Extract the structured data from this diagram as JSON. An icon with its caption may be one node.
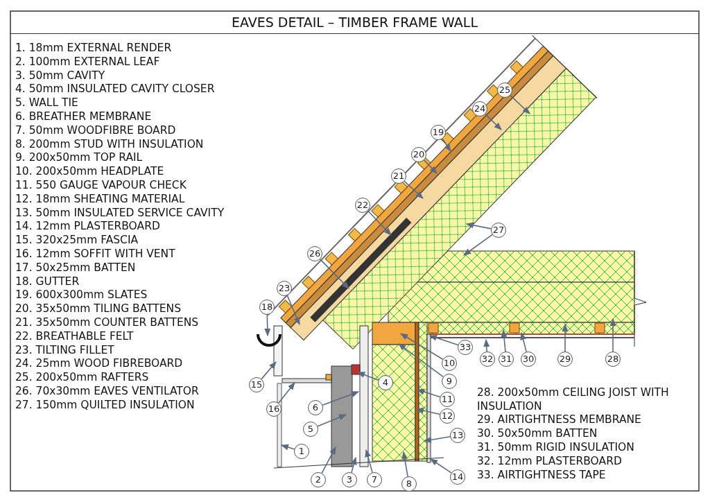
{
  "diagram": {
    "title": "EAVES DETAIL – TIMBER FRAME WALL",
    "nodes": [
      {
        "text": [
          "1"
        ]
      },
      {
        "text": [
          "2"
        ]
      },
      {
        "text": [
          "3"
        ]
      },
      {
        "text": [
          "4"
        ]
      },
      {
        "text": [
          "5"
        ]
      },
      {
        "text": [
          "6"
        ]
      },
      {
        "text": [
          "7"
        ]
      },
      {
        "text": [
          "8"
        ]
      },
      {
        "text": [
          "9"
        ]
      },
      {
        "text": [
          "10"
        ]
      },
      {
        "text": [
          "11"
        ]
      },
      {
        "text": [
          "12"
        ]
      },
      {
        "text": [
          "13"
        ]
      },
      {
        "text": [
          "14"
        ]
      },
      {
        "text": [
          "15"
        ]
      },
      {
        "text": [
          "16"
        ]
      },
      {
        "text": [
          "18"
        ]
      },
      {
        "text": [
          "19"
        ]
      },
      {
        "text": [
          "20"
        ]
      },
      {
        "text": [
          "21"
        ]
      },
      {
        "text": [
          "22"
        ]
      },
      {
        "text": [
          "23"
        ]
      },
      {
        "text": [
          "24"
        ]
      },
      {
        "text": [
          "25"
        ]
      },
      {
        "text": [
          "26"
        ]
      },
      {
        "text": [
          "27"
        ]
      },
      {
        "text": [
          "28"
        ]
      },
      {
        "text": [
          "29"
        ]
      },
      {
        "text": [
          "30"
        ]
      },
      {
        "text": [
          "31"
        ]
      },
      {
        "text": [
          "32"
        ]
      },
      {
        "text": [
          "33"
        ]
      }
    ],
    "edges": [
      {
        "from": 0,
        "to": null,
        "arrow": "to"
      },
      {
        "from": 1,
        "to": null,
        "arrow": "to"
      },
      {
        "from": 2,
        "to": null,
        "arrow": "to"
      },
      {
        "from": 3,
        "to": null,
        "arrow": "to"
      },
      {
        "from": 4,
        "to": null,
        "arrow": "to"
      },
      {
        "from": 5,
        "to": null,
        "arrow": "to"
      },
      {
        "from": 6,
        "to": null,
        "arrow": "to"
      },
      {
        "from": 7,
        "to": null,
        "arrow": "to"
      },
      {
        "from": 8,
        "to": null,
        "arrow": "to"
      },
      {
        "from": 9,
        "to": null,
        "arrow": "to"
      },
      {
        "from": 10,
        "to": null,
        "arrow": "to"
      },
      {
        "from": 11,
        "to": null,
        "arrow": "to"
      },
      {
        "from": 12,
        "to": null,
        "arrow": "to"
      },
      {
        "from": 13,
        "to": null,
        "arrow": "to"
      },
      {
        "from": 14,
        "to": null,
        "arrow": "to"
      },
      {
        "from": 15,
        "to": null,
        "arrow": "to"
      },
      {
        "from": 16,
        "to": null,
        "arrow": "to"
      },
      {
        "from": 17,
        "to": null,
        "arrow": "to"
      },
      {
        "from": 18,
        "to": null,
        "arrow": "to"
      },
      {
        "from": 19,
        "to": null,
        "arrow": "to"
      },
      {
        "from": 20,
        "to": null,
        "arrow": "to"
      },
      {
        "from": 21,
        "to": null,
        "arrow": "to"
      },
      {
        "from": 22,
        "to": null,
        "arrow": "to"
      },
      {
        "from": 23,
        "to": null,
        "arrow": "to"
      },
      {
        "from": 24,
        "to": null,
        "arrow": "to"
      },
      {
        "from": 25,
        "to": null,
        "arrow": "to"
      },
      {
        "from": 25,
        "to": null,
        "arrow": "to"
      },
      {
        "from": 26,
        "to": null,
        "arrow": "to"
      },
      {
        "from": 27,
        "to": null,
        "arrow": "to"
      },
      {
        "from": 28,
        "to": null,
        "arrow": "to"
      },
      {
        "from": 29,
        "to": null,
        "arrow": "to"
      },
      {
        "from": 30,
        "to": null,
        "arrow": "to"
      },
      {
        "from": 31,
        "to": null,
        "arrow": "to"
      }
    ],
    "labels": [
      "1. 18mm EXTERNAL RENDER",
      "2. 100mm EXTERNAL LEAF",
      "3. 50mm CAVITY",
      "4. 50mm INSULATED CAVITY CLOSER",
      "5. WALL TIE",
      "6. BREATHER MEMBRANE",
      "7. 50mm WOODFIBRE BOARD",
      "8. 200mm STUD WITH INSULATION",
      "9. 200x50mm TOP RAIL",
      "10. 200x50mm HEADPLATE",
      "11. 550 GAUGE VAPOUR CHECK",
      "12. 18mm SHEATING MATERIAL",
      "13. 50mm INSULATED SERVICE CAVITY",
      "14. 12mm PLASTERBOARD",
      "15. 320x25mm FASCIA",
      "16. 12mm SOFFIT WITH VENT",
      "17. 50x25mm BATTEN",
      "18. GUTTER",
      "19. 600x300mm SLATES",
      "20. 35x50mm TILING BATTENS",
      "21. 35x50mm COUNTER BATTENS",
      "22. BREATHABLE FELT",
      "23. TILTING FILLET",
      "24. 25mm WOOD FIBREBOARD",
      "25. 200x50mm RAFTERS",
      "26. 70x30mm EAVES VENTILATOR",
      "27. 150mm QUILTED INSULATION",
      "28. 200x50mm CEILING JOIST WITH INSULATION",
      "29. AIRTIGHTNESS MEMBRANE",
      "30. 50x50mm BATTEN",
      "31. 50mm RIGID INSULATION",
      "32. 12mm PLASTERBOARD",
      "33. AIRTIGHTNESS TAPE"
    ]
  }
}
